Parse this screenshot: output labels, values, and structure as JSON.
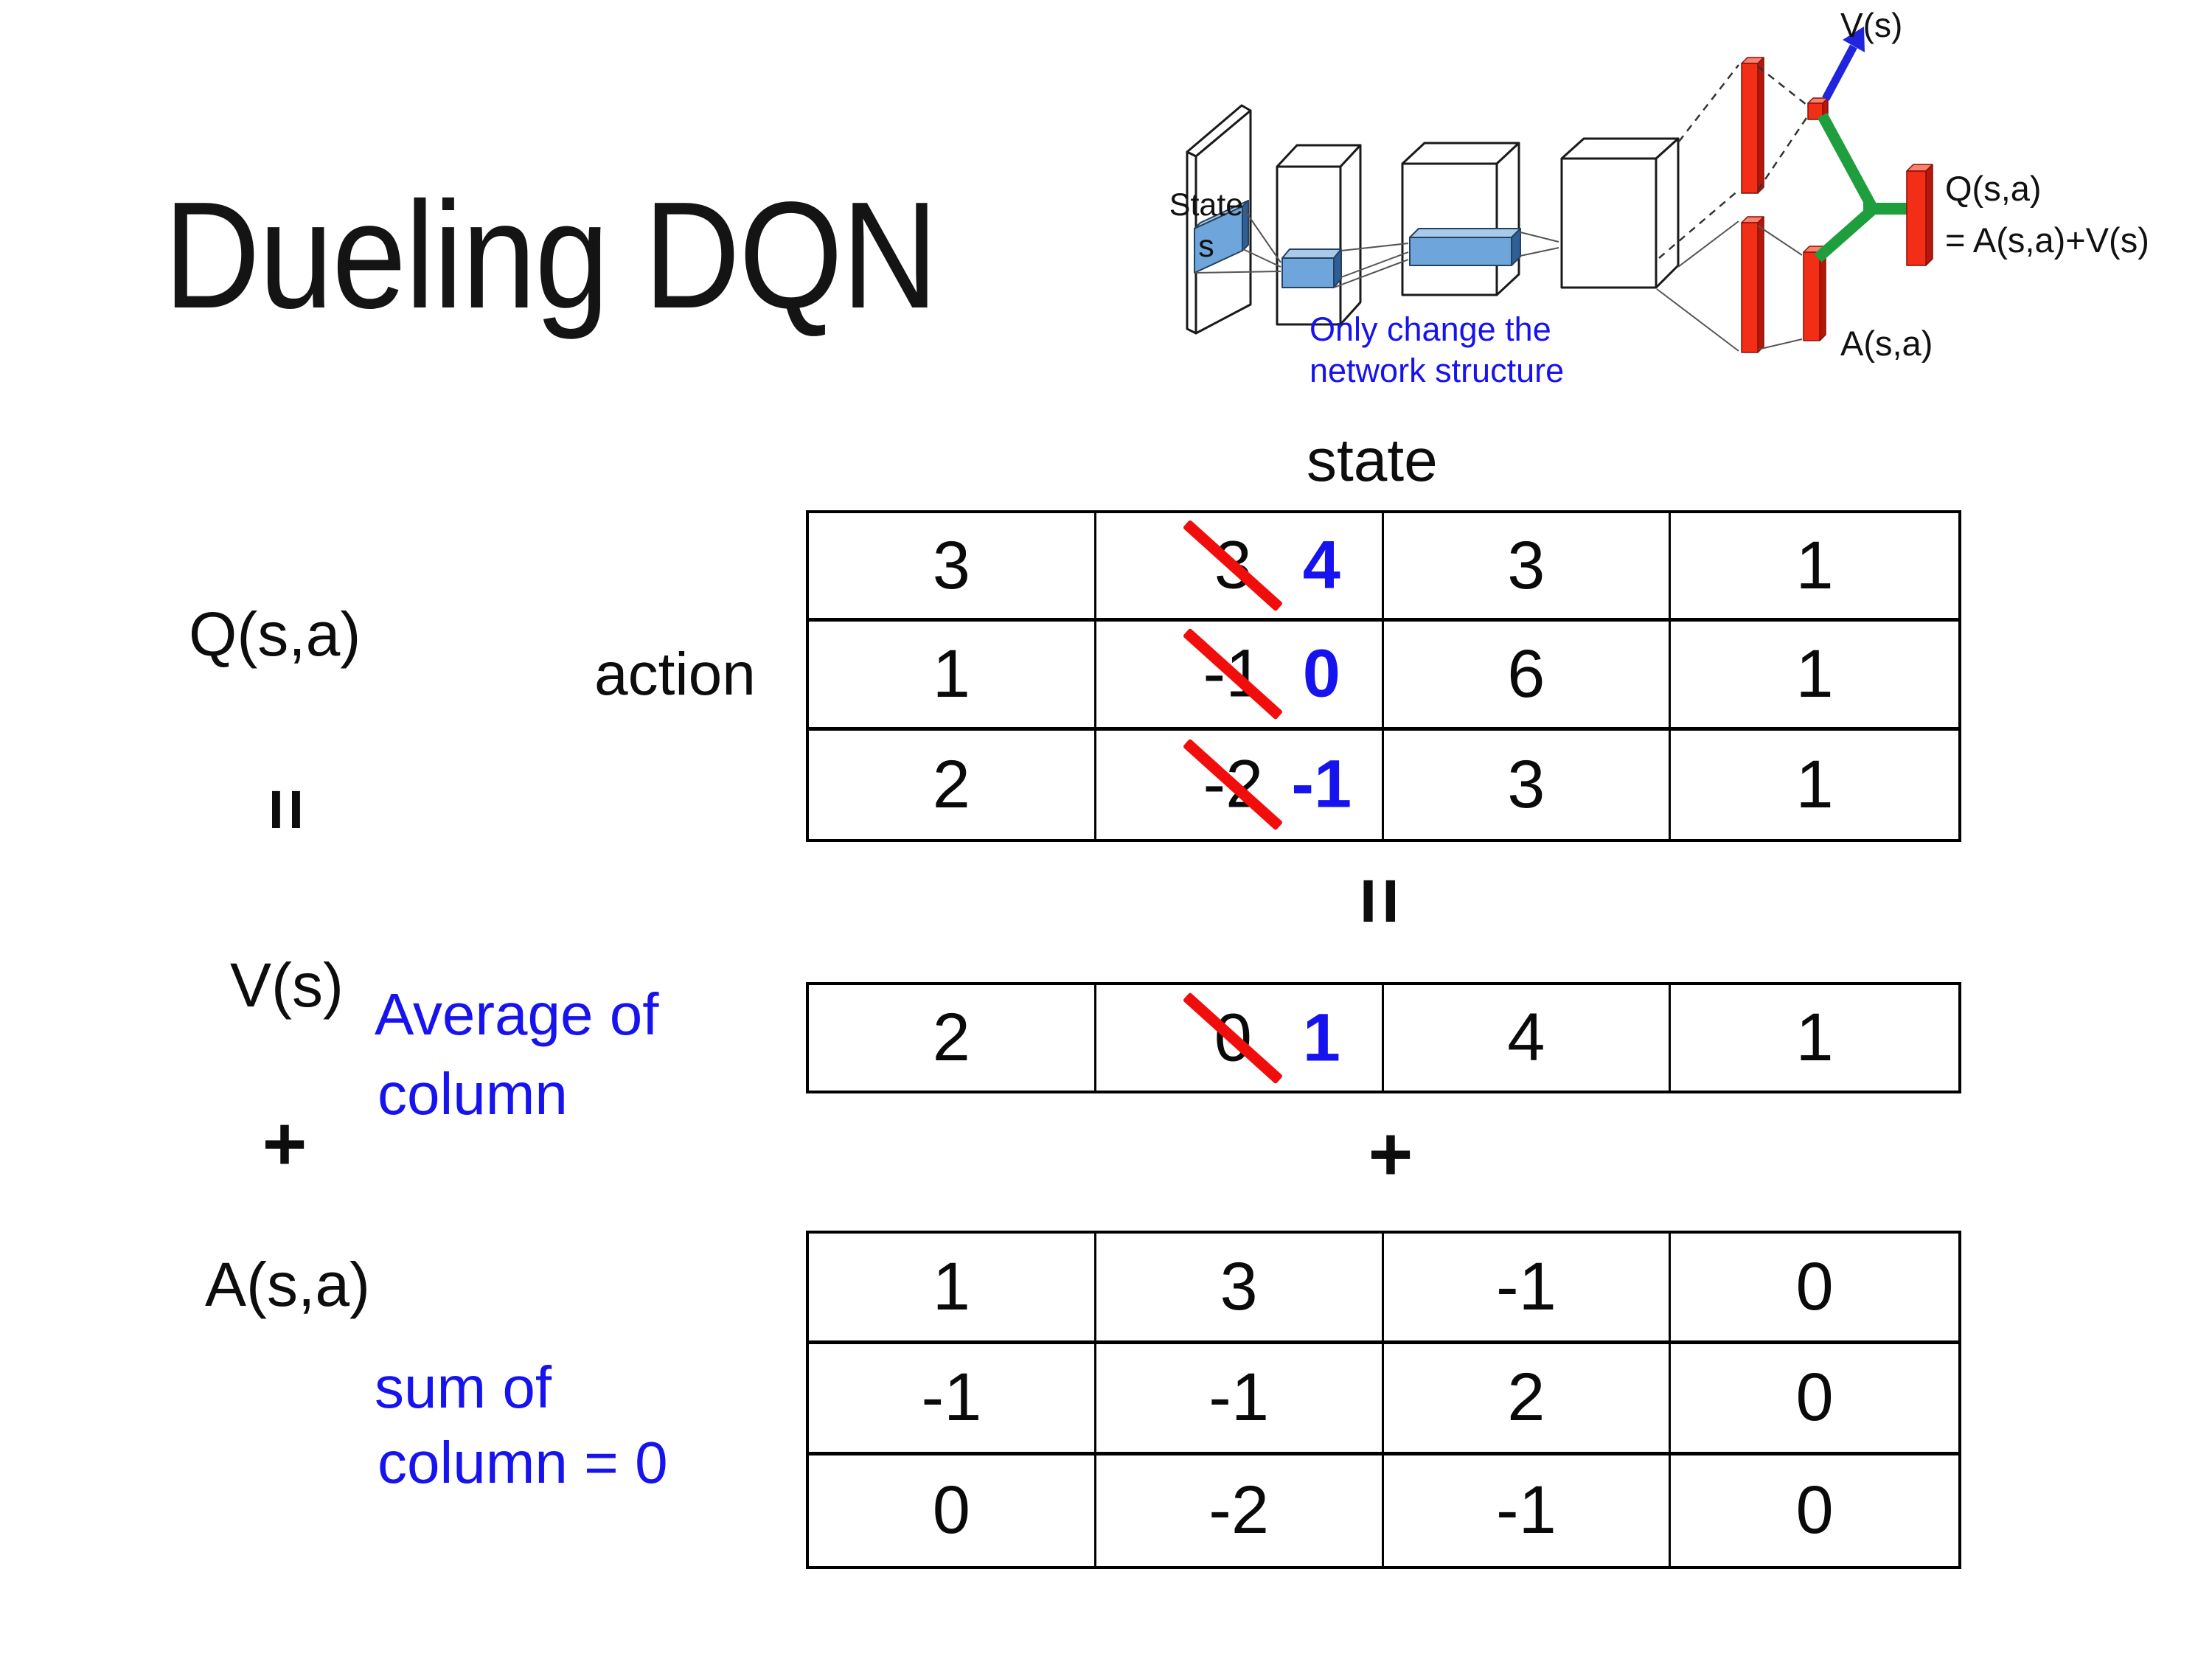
{
  "title": "Dueling DQN",
  "colors": {
    "highlight_blue": "#1713ee",
    "strike_red": "#f20d0d",
    "bar_red": "#f22e16",
    "bar_red_side": "#b5170a",
    "bar_red_top": "#f8826f",
    "junction_green": "#1e9e3c",
    "arrow_blue": "#2025dd",
    "slab_blue": "#6ea5da"
  },
  "network": {
    "state_line1": "State",
    "state_line2": "s",
    "note_line1": "Only change the",
    "note_line2": "network structure",
    "v_out": "V(s)",
    "a_out": "A(s,a)",
    "q_out_line1": "Q(s,a)",
    "q_out_line2": "= A(s,a)+V(s)"
  },
  "labels": {
    "q": "Q(s,a)",
    "equals_left": "=",
    "v": "V(s)",
    "plus_left": "+",
    "a": "A(s,a)",
    "action": "action",
    "state": "state",
    "equals_mid": "=",
    "plus_mid": "+",
    "avg_line1": "Average of",
    "avg_line2": "column",
    "sum_line1": "sum of",
    "sum_line2": "column = 0"
  },
  "q_table": {
    "rows": [
      [
        "3",
        {
          "old": "3",
          "new": "4"
        },
        "3",
        "1"
      ],
      [
        "1",
        {
          "old": "-1",
          "new": "0"
        },
        "6",
        "1"
      ],
      [
        "2",
        {
          "old": "-2",
          "new": "-1"
        },
        "3",
        "1"
      ]
    ]
  },
  "v_row": {
    "cells": [
      "2",
      {
        "old": "0",
        "new": "1"
      },
      "4",
      "1"
    ]
  },
  "a_table": {
    "rows": [
      [
        "1",
        "3",
        "-1",
        "0"
      ],
      [
        "-1",
        "-1",
        "2",
        "0"
      ],
      [
        "0",
        "-2",
        "-1",
        "0"
      ]
    ]
  }
}
